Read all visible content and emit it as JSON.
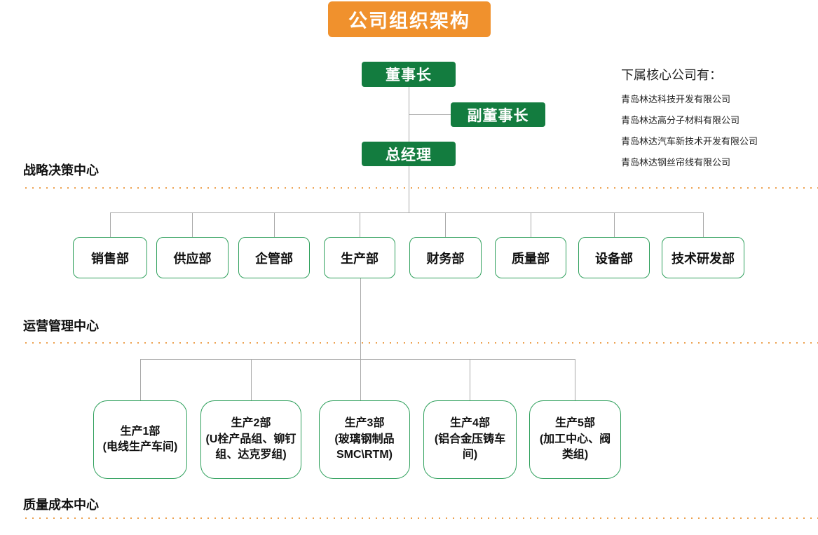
{
  "title": "公司组织架构",
  "colors": {
    "banner_orange": "#F0912D",
    "box_green_fill": "#137C3F",
    "box_green_border": "#2FA05C",
    "dotted_line_orange": "#EDA04D",
    "connector_gray": "#A8A8A8"
  },
  "hierarchy": {
    "chairman": "董事长",
    "vice_chairman": "副董事长",
    "general_manager": "总经理"
  },
  "subsidiaries": {
    "heading": "下属核心公司有：",
    "items": [
      "青岛林达科技开发有限公司",
      "青岛林达高分子材料有限公司",
      "青岛林达汽车新技术开发有限公司",
      "青岛林达钢丝帘线有限公司"
    ]
  },
  "sections": {
    "strategy": "战略决策中心",
    "operations": "运营管理中心",
    "quality": "质量成本中心"
  },
  "departments": {
    "items": [
      {
        "label": "销售部"
      },
      {
        "label": "供应部"
      },
      {
        "label": "企管部"
      },
      {
        "label": "生产部"
      },
      {
        "label": "财务部"
      },
      {
        "label": "质量部"
      },
      {
        "label": "设备部"
      },
      {
        "label": "技术研发部"
      }
    ]
  },
  "production_departments": {
    "items": [
      {
        "label": "生产1部\n(电线生产车间)"
      },
      {
        "label": "生产2部\n(U栓产品组、铆钉组、达克罗组)"
      },
      {
        "label": "生产3部\n(玻璃钢制品SMC\\RTM)"
      },
      {
        "label": "生产4部\n(铝合金压铸车间)"
      },
      {
        "label": "生产5部\n(加工中心、阀类组)"
      }
    ]
  }
}
